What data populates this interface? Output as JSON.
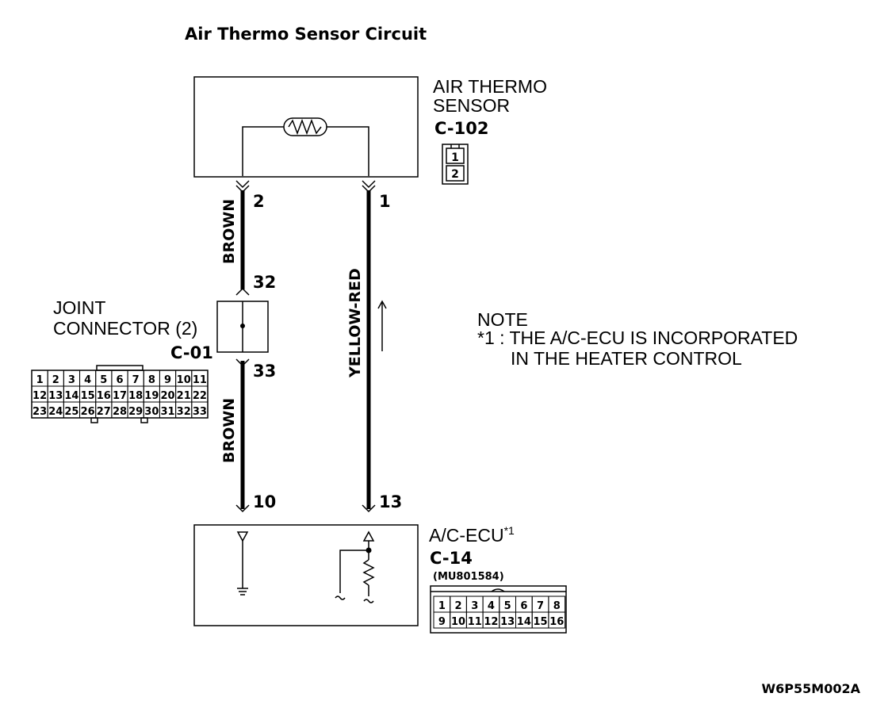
{
  "title": "Air Thermo Sensor Circuit",
  "diagram_code": "W6P55M002A",
  "sensor": {
    "name_line1": "AIR THERMO",
    "name_line2": "SENSOR",
    "connector": "C-102",
    "pins": [
      "1",
      "2"
    ]
  },
  "joint_connector": {
    "name_line1": "JOINT",
    "name_line2": "CONNECTOR (2)",
    "connector": "C-01",
    "pin_in": "32",
    "pin_out": "33",
    "pin_rows": [
      [
        "1",
        "2",
        "3",
        "4",
        "5",
        "6",
        "7",
        "8",
        "9",
        "10",
        "11"
      ],
      [
        "12",
        "13",
        "14",
        "15",
        "16",
        "17",
        "18",
        "19",
        "20",
        "21",
        "22"
      ],
      [
        "23",
        "24",
        "25",
        "26",
        "27",
        "28",
        "29",
        "30",
        "31",
        "32",
        "33"
      ]
    ]
  },
  "ecu": {
    "name": "A/C-ECU",
    "superscript": "*1",
    "connector": "C-14",
    "part_number": "(MU801584)",
    "pin_rows": [
      [
        "1",
        "2",
        "3",
        "4",
        "5",
        "6",
        "7",
        "8"
      ],
      [
        "9",
        "10",
        "11",
        "12",
        "13",
        "14",
        "15",
        "16"
      ]
    ]
  },
  "wires": {
    "left": {
      "sensor_pin": "2",
      "ecu_pin": "10",
      "color_upper": "BROWN",
      "color_lower": "BROWN"
    },
    "right": {
      "sensor_pin": "1",
      "ecu_pin": "13",
      "color": "YELLOW-RED"
    }
  },
  "note": {
    "heading": "NOTE",
    "line1": "*1 : THE A/C-ECU IS INCORPORATED",
    "line2": "IN THE HEATER CONTROL"
  }
}
